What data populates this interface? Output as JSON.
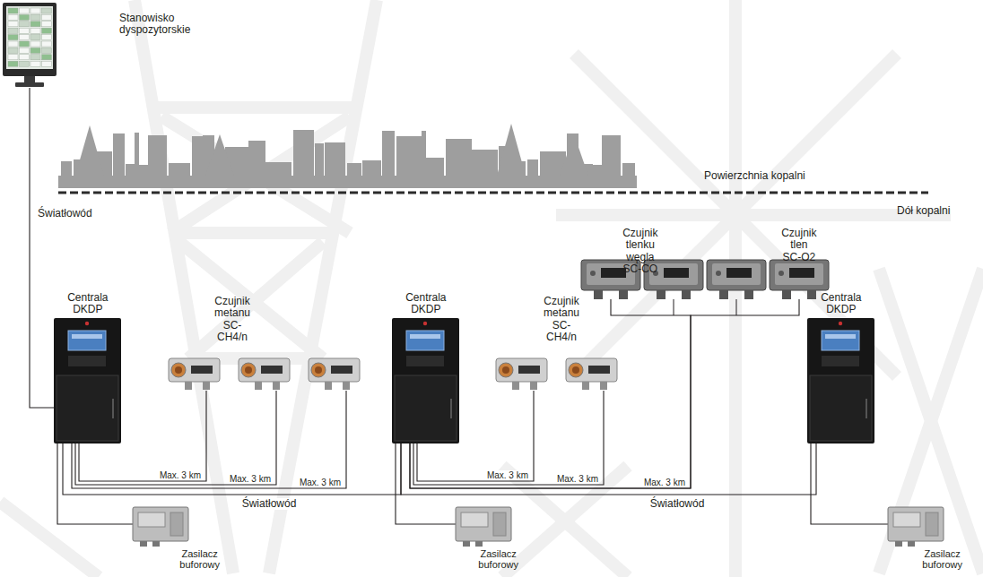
{
  "diagram": {
    "nodes": [
      {
        "text": [
          "Stanowisko dyspozytorskie"
        ]
      },
      {
        "text": [
          "Centrala DKDP"
        ]
      },
      {
        "text": [
          "Czujnik metanu SC-CH4/n"
        ]
      },
      {
        "text": [
          "Centrala DKDP"
        ]
      },
      {
        "text": [
          "Czujnik metanu SC-CH4/n"
        ]
      },
      {
        "text": [
          "Czujnik tlenku węgla SC-CO"
        ]
      },
      {
        "text": [
          "Czujnik tlen SC-O2"
        ]
      },
      {
        "text": [
          "Centrala DKDP"
        ]
      },
      {
        "text": [
          "Zasilacz buforowy"
        ]
      },
      {
        "text": [
          "Zasilacz buforowy"
        ]
      },
      {
        "text": [
          "Zasilacz buforowy"
        ]
      }
    ],
    "edges": [
      {
        "from": 0,
        "to": 1,
        "label": "Światłowód",
        "arrow": "none"
      },
      {
        "from": 1,
        "to": 2,
        "label": "Max. 3 km",
        "arrow": "none"
      },
      {
        "from": 1,
        "to": 2,
        "label": "Max. 3 km",
        "arrow": "none"
      },
      {
        "from": 1,
        "to": 2,
        "label": "Max. 3 km",
        "arrow": "none"
      },
      {
        "from": 3,
        "to": 4,
        "label": "Max. 3 km",
        "arrow": "none"
      },
      {
        "from": 3,
        "to": 4,
        "label": "Max. 3 km",
        "arrow": "none"
      },
      {
        "from": 3,
        "to": 5,
        "label": "Max. 3 km",
        "arrow": "none"
      },
      {
        "from": 3,
        "to": 6,
        "arrow": "none"
      },
      {
        "from": 1,
        "to": 3,
        "label": "Światłowód",
        "arrow": "none"
      },
      {
        "from": 3,
        "to": 7,
        "label": "Światłowód",
        "arrow": "none"
      },
      {
        "from": 1,
        "to": 8,
        "arrow": "none"
      },
      {
        "from": 3,
        "to": 9,
        "arrow": "none"
      },
      {
        "from": 7,
        "to": 10,
        "arrow": "none"
      }
    ],
    "labels": [
      "Powierzchnia kopalni",
      "Dół kopalni"
    ]
  }
}
